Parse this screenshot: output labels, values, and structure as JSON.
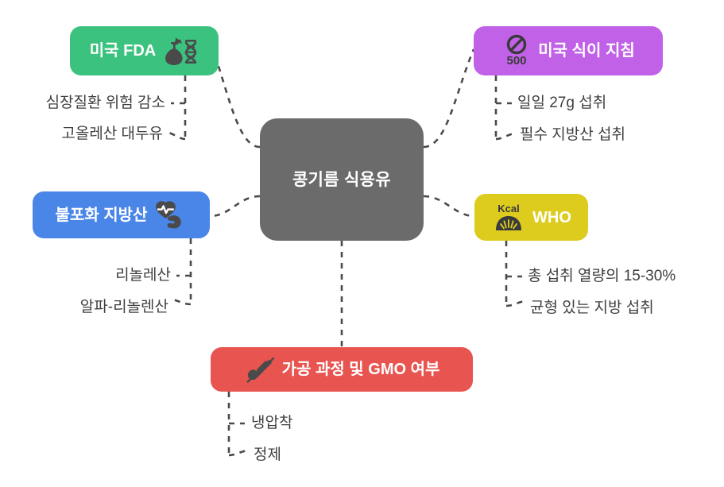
{
  "diagram": {
    "type": "mind-map",
    "center": {
      "label": "콩기름 식용유",
      "color": "#6b6b6b",
      "text_color": "#ffffff"
    },
    "branches": [
      {
        "id": "fda",
        "label": "미국 FDA",
        "color": "#3cc27f",
        "icon": "flask-dna-icon",
        "position": "top-left",
        "leaves": [
          "심장질환 위험 감소",
          "고올레산 대두유"
        ]
      },
      {
        "id": "dietary-guidelines",
        "label": "미국 식이 지침",
        "color": "#c061e8",
        "icon": "no-calorie-500-icon",
        "icon_text": "500",
        "position": "top-right",
        "leaves": [
          "일일 27g 섭취",
          "필수 지방산 섭취"
        ]
      },
      {
        "id": "unsaturated-fat",
        "label": "불포화 지방산",
        "color": "#4a86e8",
        "icon": "heart-muscle-icon",
        "position": "middle-left",
        "leaves": [
          "리놀레산",
          "알파-리놀렌산"
        ]
      },
      {
        "id": "who",
        "label": "WHO",
        "color": "#ddcc1e",
        "icon": "kcal-gauge-icon",
        "icon_text": "Kcal",
        "position": "middle-right",
        "leaves": [
          "총 섭취 열량의 15-30%",
          "균형 있는 지방 섭취"
        ]
      },
      {
        "id": "processing-gmo",
        "label": "가공 과정 및 GMO 여부",
        "color": "#e85450",
        "icon": "syringe-icon",
        "position": "bottom",
        "leaves": [
          "냉압착",
          "정제"
        ]
      }
    ],
    "edge_style": {
      "color": "#4a4a4a",
      "dash": "7,7",
      "width": 2.6
    }
  }
}
